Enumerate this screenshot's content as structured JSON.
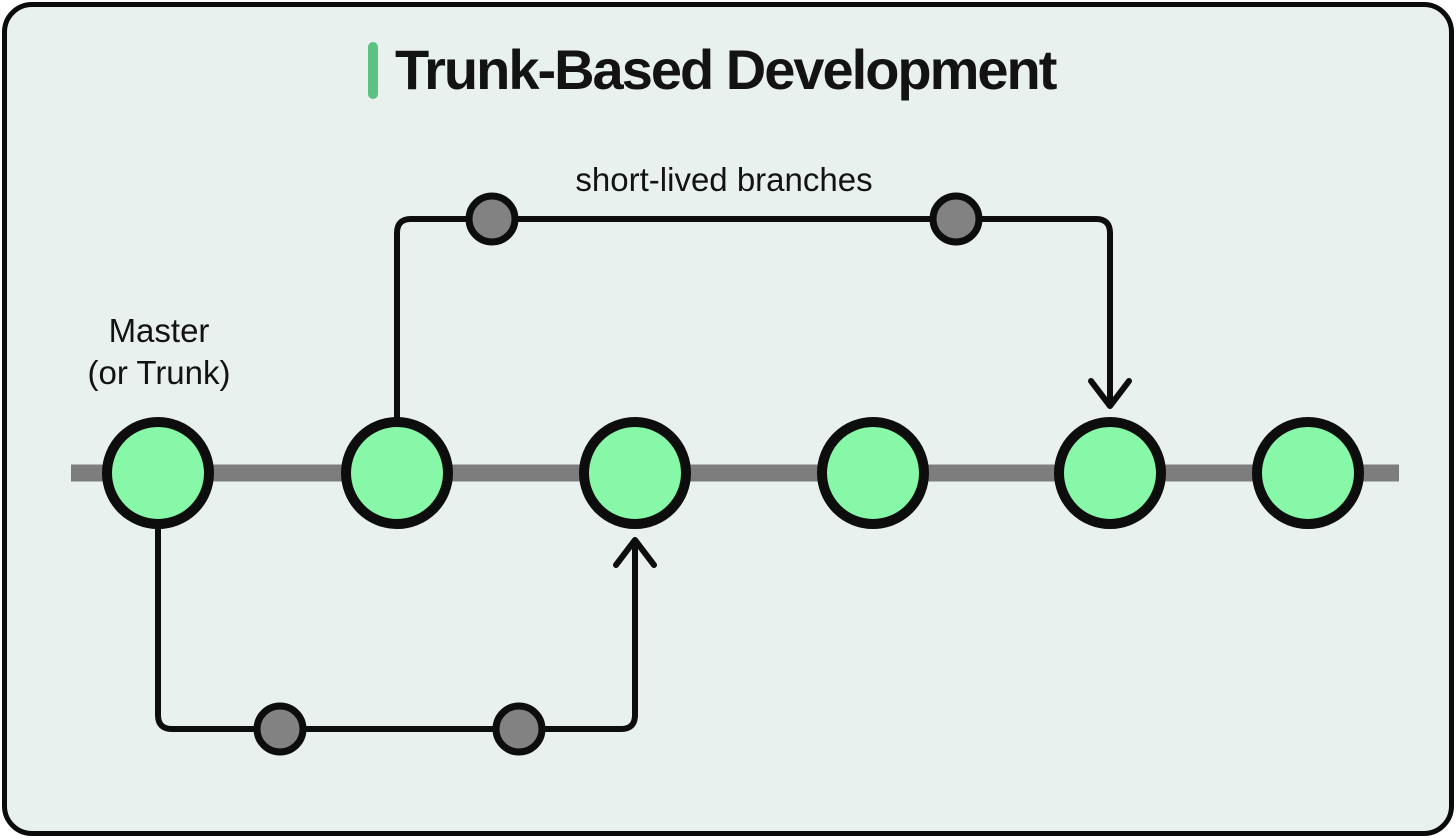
{
  "colors": {
    "page_bg": "#ffffff",
    "card_bg": "#e9f1ee",
    "card_border": "#0b0b0b",
    "accent_green": "#5bc284",
    "commit_green": "#87f7a8",
    "branch_gray": "#828282",
    "trunk_gray": "#7d7d7d",
    "line_black": "#0d0d0d",
    "text_black": "#131313"
  },
  "header": {
    "title": "Trunk-Based Development"
  },
  "diagram": {
    "trunk_label": {
      "line1": "Master",
      "line2": "(or Trunk)"
    },
    "branch_label": "short-lived branches",
    "trunk_commit_count": 6,
    "top_branch_commit_count": 2,
    "bottom_branch_commit_count": 2
  }
}
